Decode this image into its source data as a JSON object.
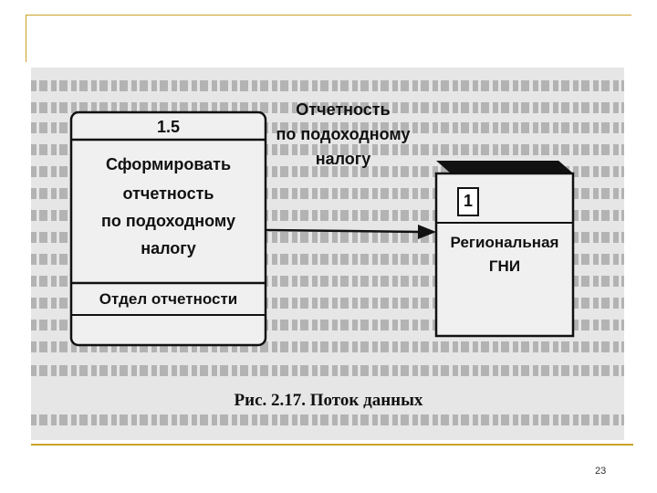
{
  "slide": {
    "page_number": "23"
  },
  "diagram": {
    "process": {
      "number": "1.5",
      "name": [
        "Сформировать",
        "отчетность",
        "по подоходному",
        "налогу"
      ],
      "performer": "Отдел отчетности"
    },
    "flow": {
      "label": [
        "Отчетность",
        "по подоходному",
        "налогу"
      ]
    },
    "external_entity": {
      "number": "1",
      "name": [
        "Региональная",
        "ГНИ"
      ]
    },
    "caption": "Рис. 2.17. Поток данных"
  }
}
